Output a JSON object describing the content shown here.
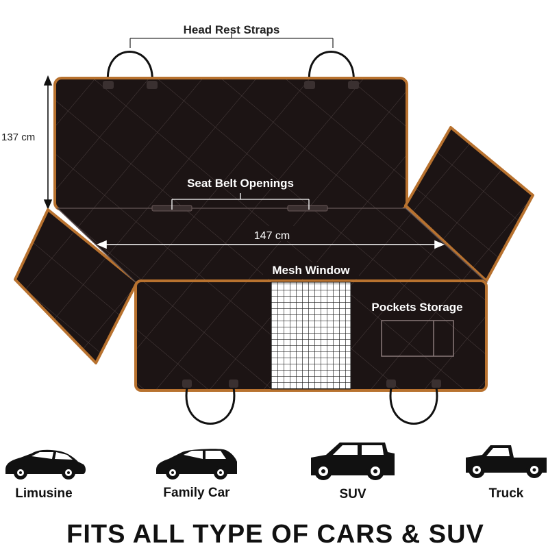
{
  "labels": {
    "head_rest_straps": "Head Rest Straps",
    "height": "137 cm",
    "seat_belt_openings": "Seat Belt Openings",
    "width": "147 cm",
    "mesh_window": "Mesh Window",
    "pockets_storage": "Pockets Storage"
  },
  "vehicles": [
    {
      "name": "Limusine",
      "icon": "sedan-icon"
    },
    {
      "name": "Family Car",
      "icon": "station-wagon-icon"
    },
    {
      "name": "SUV",
      "icon": "suv-icon"
    },
    {
      "name": "Truck",
      "icon": "pickup-truck-icon"
    }
  ],
  "footer": "FITS ALL TYPE OF CARS & SUV",
  "colors": {
    "cover": "#1c1414",
    "trim": "#b8722f",
    "quilt": "#4a3e3e",
    "mesh": "#ffffff"
  }
}
